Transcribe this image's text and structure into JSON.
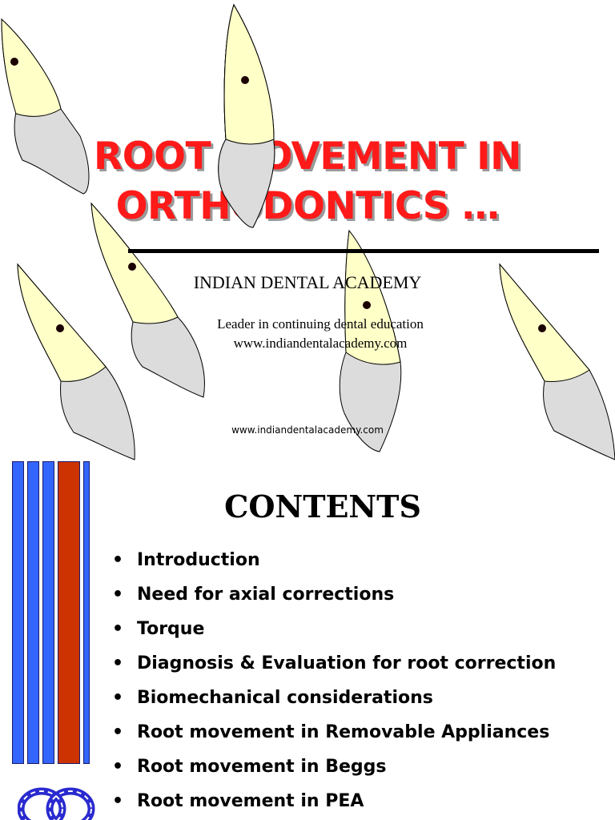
{
  "slide1": {
    "title_line1": "ROOT MOVEMENT IN",
    "title_line2": "ORTHODONTICS …",
    "academy": "INDIAN  DENTAL  ACADEMY",
    "tagline": "Leader in continuing dental education",
    "website": "www.indiandentalacademy.com",
    "footer_url": "www.indiandentalacademy.com"
  },
  "slide2": {
    "heading": "CONTENTS",
    "bullet_char": "•",
    "items": [
      "Introduction",
      "Need for axial corrections",
      "Torque",
      "Diagnosis & Evaluation for root correction",
      "Biomechanical considerations",
      "Root movement in Removable Appliances",
      "Root movement in Beggs",
      "Root movement in PEA"
    ]
  },
  "colors": {
    "title_red": "#ff1a1a",
    "tooth_root": "#ffffc8",
    "tooth_crown": "#dcdcdc",
    "bar_blue": "#3366ff",
    "bar_red": "#cc3300",
    "logo_blue": "#2a2ad0"
  },
  "icons": [
    "tooth-icon",
    "academy-logo-icon"
  ]
}
